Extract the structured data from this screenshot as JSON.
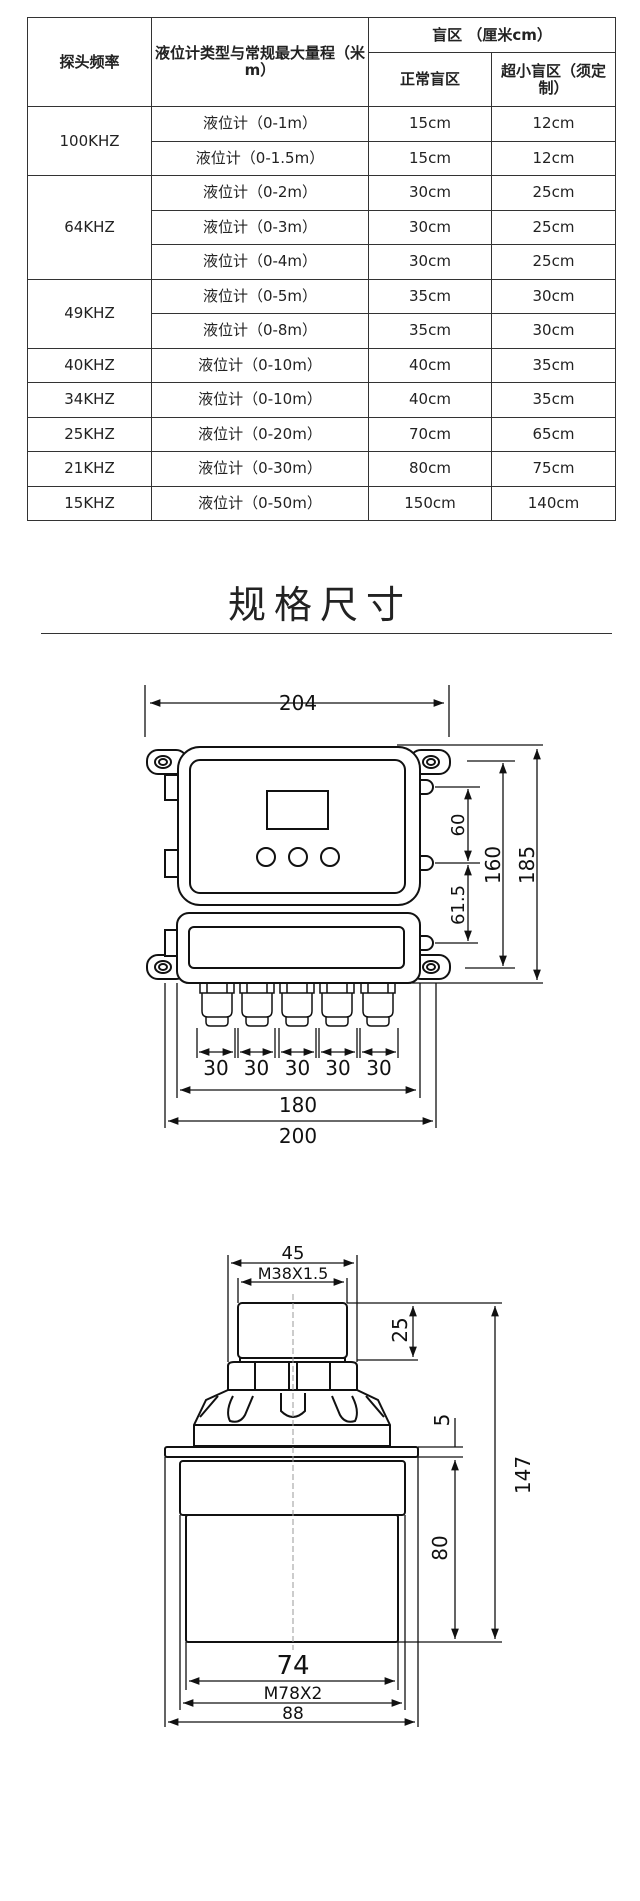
{
  "table": {
    "headers": {
      "freq": "探头频率",
      "type": "液位计类型与常规最大量程（米m）",
      "blind": "盲区 （厘米cm）",
      "normal": "正常盲区",
      "mini": "超小盲区（须定制）"
    },
    "groups": [
      {
        "freq": "100KHZ",
        "rows": [
          [
            "液位计（0-1m）",
            "15cm",
            "12cm"
          ],
          [
            "液位计（0-1.5m）",
            "15cm",
            "12cm"
          ]
        ]
      },
      {
        "freq": "64KHZ",
        "rows": [
          [
            "液位计（0-2m）",
            "30cm",
            "25cm"
          ],
          [
            "液位计（0-3m）",
            "30cm",
            "25cm"
          ],
          [
            "液位计（0-4m）",
            "30cm",
            "25cm"
          ]
        ]
      },
      {
        "freq": "49KHZ",
        "rows": [
          [
            "液位计（0-5m）",
            "35cm",
            "30cm"
          ],
          [
            "液位计（0-8m）",
            "35cm",
            "30cm"
          ]
        ]
      },
      {
        "freq": "40KHZ",
        "rows": [
          [
            "液位计（0-10m）",
            "40cm",
            "35cm"
          ]
        ]
      },
      {
        "freq": "34KHZ",
        "rows": [
          [
            "液位计（0-10m）",
            "40cm",
            "35cm"
          ]
        ]
      },
      {
        "freq": "25KHZ",
        "rows": [
          [
            "液位计（0-20m）",
            "70cm",
            "65cm"
          ]
        ]
      },
      {
        "freq": "21KHZ",
        "rows": [
          [
            "液位计（0-30m）",
            "80cm",
            "75cm"
          ]
        ]
      },
      {
        "freq": "15KHZ",
        "rows": [
          [
            "液位计（0-50m）",
            "150cm",
            "140cm"
          ]
        ]
      }
    ]
  },
  "section_title": "规格尺寸",
  "controller": {
    "width_total": "204",
    "height_total": "185",
    "height_inner": "160",
    "hole_a": "60",
    "hole_b": "61.5",
    "gland_pitch": [
      "30",
      "30",
      "30",
      "30",
      "30"
    ],
    "width_inner": "180",
    "width_mount": "200"
  },
  "sensor": {
    "top_width": "45",
    "thread_top": "M38X1.5",
    "cap_height": "25",
    "flange": "5",
    "total_height": "147",
    "body_height": "80",
    "body_width": "74",
    "thread_bottom": "M78X2",
    "flange_width": "88"
  }
}
